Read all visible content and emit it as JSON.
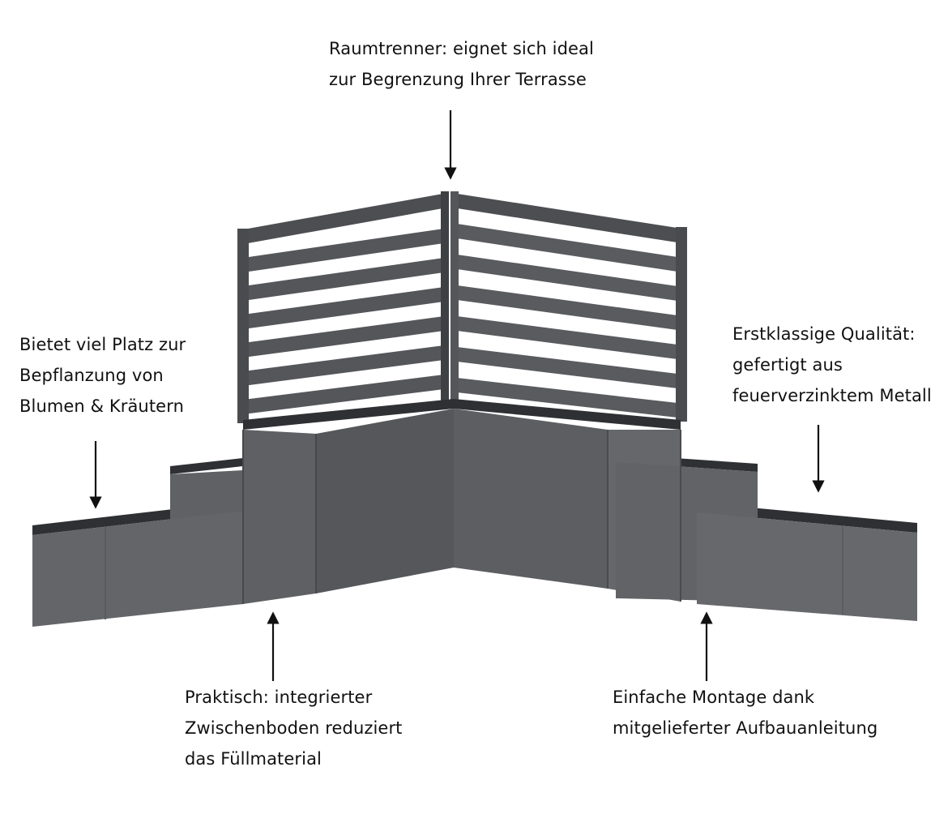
{
  "colors": {
    "background": "#ffffff",
    "metal_dark": "#4b4c4f",
    "metal_mid": "#5f6064",
    "metal_light": "#6c6d71",
    "metal_top": "#3a3b3e",
    "text": "#111111",
    "arrow": "#111111"
  },
  "callouts": {
    "top": {
      "line1": "Raumtrenner: eignet sich ideal",
      "line2": "zur Begrenzung Ihrer Terrasse"
    },
    "left": {
      "line1": "Bietet viel Platz zur",
      "line2": "Bepflanzung von",
      "line3": "Blumen & Kräutern"
    },
    "right": {
      "line1": "Erstklassige Qualität:",
      "line2": "gefertigt aus",
      "line3": "feuerverzinktem Metall"
    },
    "bottom_left": {
      "line1": "Praktisch: integrierter",
      "line2": "Zwischenboden reduziert",
      "line3": "das Füllmaterial"
    },
    "bottom_right": {
      "line1": "Einfache Montage dank",
      "line2": "mitgelieferter Aufbauanleitung"
    }
  }
}
